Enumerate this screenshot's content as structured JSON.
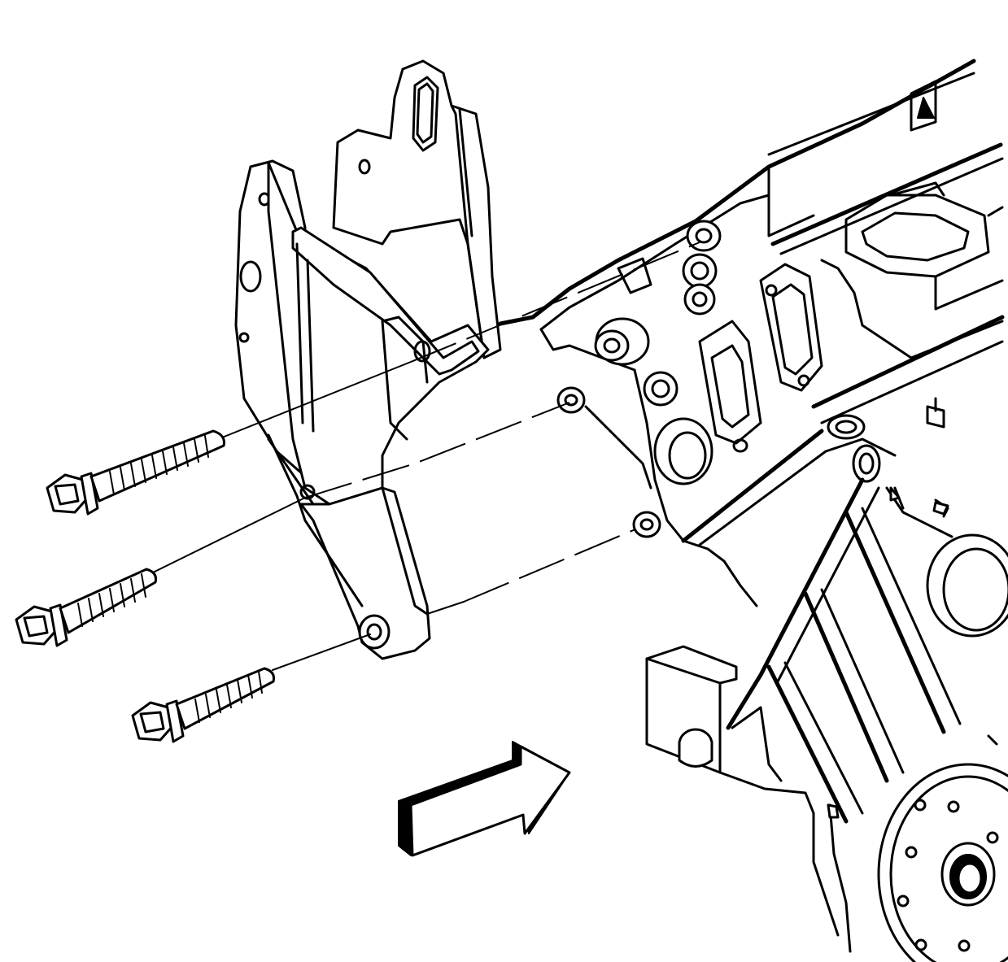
{
  "diagram": {
    "type": "exploded-view line drawing",
    "parts": [
      "bracket",
      "bolt",
      "bolt",
      "bolt",
      "engine-block"
    ],
    "bolt_count": 3,
    "indicator": "direction-arrow",
    "colors": {
      "ink": "#000000",
      "background": "#ffffff"
    }
  }
}
